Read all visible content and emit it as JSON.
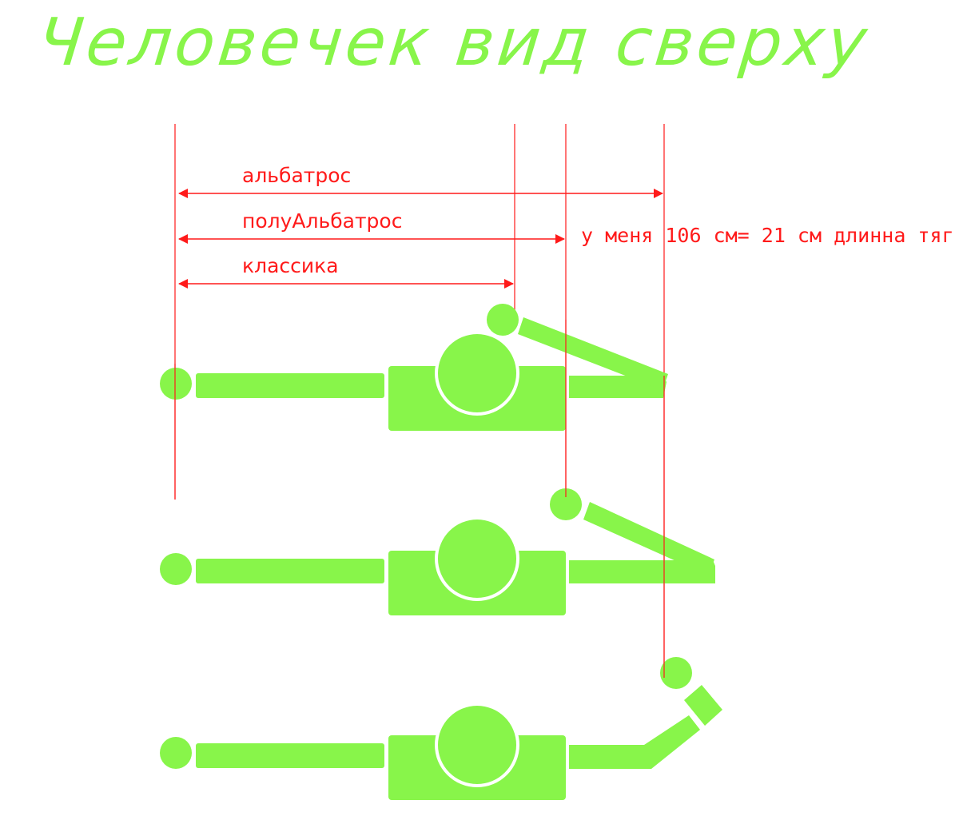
{
  "title": "Человечек вид сверху",
  "labels": {
    "albatross": "альбатрос",
    "half_albatross": "полуАльбатрос",
    "classic": "классика"
  },
  "note": "у меня 106 см= 21 см длинна тяг",
  "colors": {
    "figure": "#88f54a",
    "guide": "#ff1a1a"
  }
}
